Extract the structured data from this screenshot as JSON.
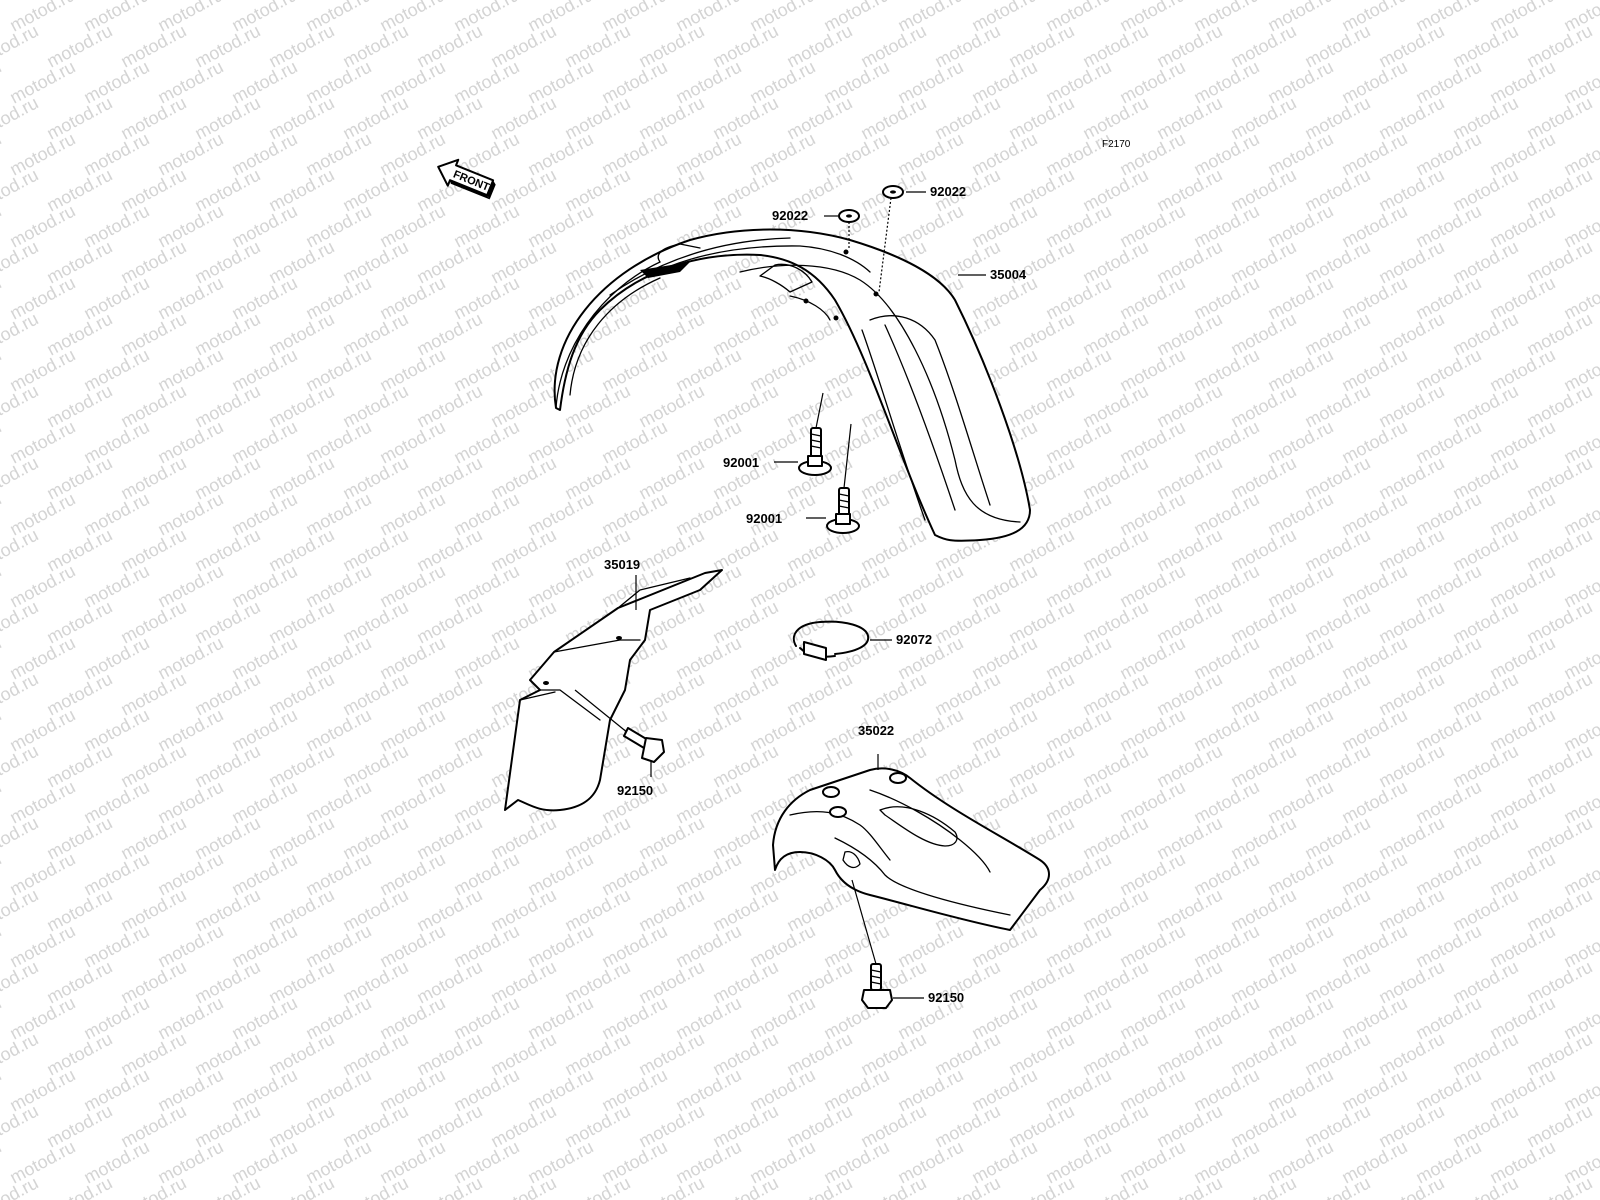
{
  "watermark": {
    "text": "motod.ru",
    "color": "#d4d4d4"
  },
  "figure_code": "F2170",
  "front_arrow": {
    "label": "FRONT"
  },
  "callouts": [
    {
      "id": "washer-92022-a",
      "part_number": "92022"
    },
    {
      "id": "washer-92022-b",
      "part_number": "92022"
    },
    {
      "id": "fender-35004",
      "part_number": "35004"
    },
    {
      "id": "bolt-92001-a",
      "part_number": "92001"
    },
    {
      "id": "bolt-92001-b",
      "part_number": "92001"
    },
    {
      "id": "bracket-35019",
      "part_number": "35019"
    },
    {
      "id": "clamp-92072",
      "part_number": "92072"
    },
    {
      "id": "bolt-92150-a",
      "part_number": "92150"
    },
    {
      "id": "fender-35022",
      "part_number": "35022"
    },
    {
      "id": "bolt-92150-b",
      "part_number": "92150"
    }
  ]
}
